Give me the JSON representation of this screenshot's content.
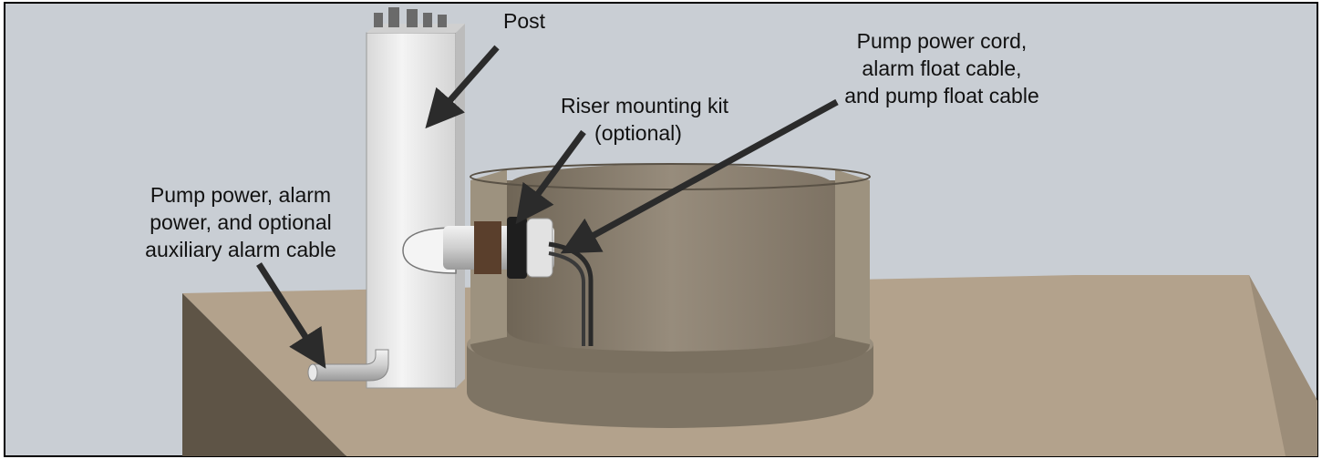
{
  "labels": {
    "post": "Post",
    "riser_line1": "Riser mounting kit",
    "riser_line2": "(optional)",
    "cords_line1": "Pump power cord,",
    "cords_line2": "alarm float cable,",
    "cords_line3": "and pump float cable",
    "aux_line1": "Pump power, alarm",
    "aux_line2": "power, and optional",
    "aux_line3": "auxiliary alarm cable"
  },
  "colors": {
    "background": "#c9ced4",
    "ground_top": "#b3a28c",
    "ground_front": "#5e5446",
    "ground_right": "#8a7d6c",
    "riser_wall": "#7a7060",
    "riser_interior": "#8e8474",
    "post": "#eeeeee",
    "arrow": "#2b2b2b"
  }
}
